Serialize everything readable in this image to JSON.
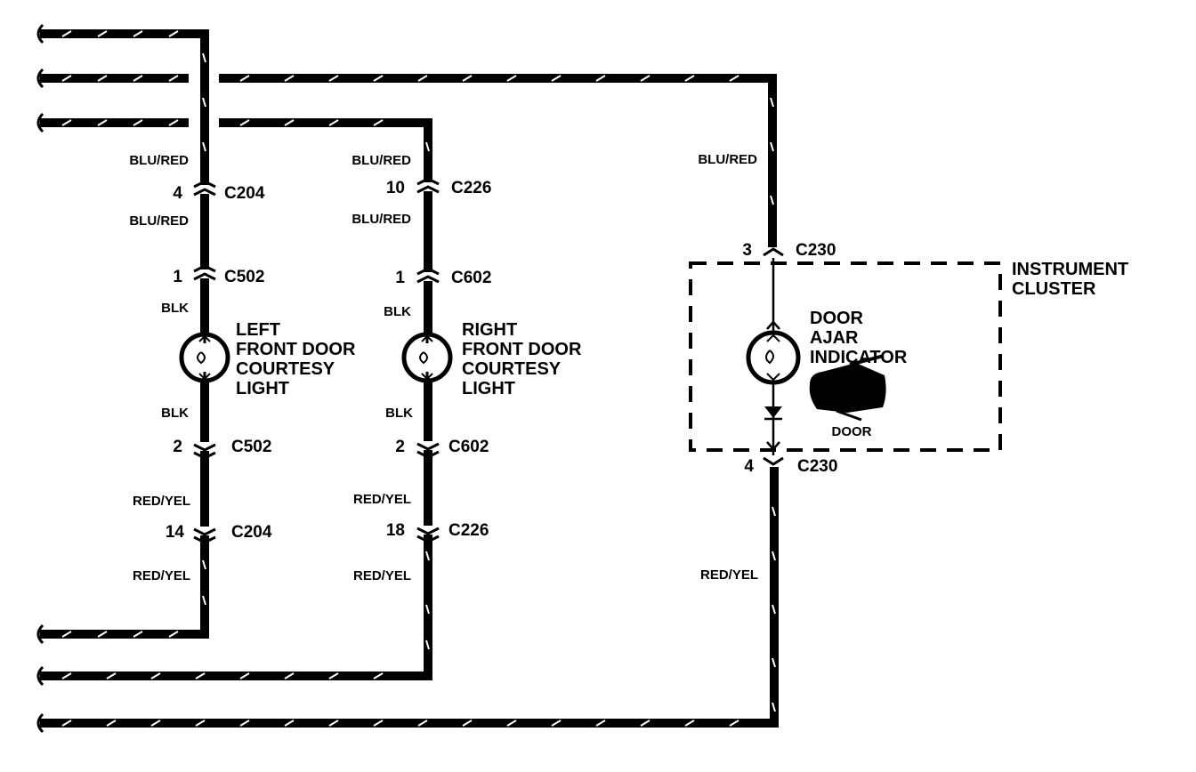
{
  "colors": {
    "ink": "#000000",
    "paper": "#ffffff"
  },
  "left_branch": {
    "wire_top": "BLU/RED",
    "connector_top": {
      "pin": "4",
      "name": "C204"
    },
    "wire_mid_top": "BLU/RED",
    "connector_upper": {
      "pin": "1",
      "name": "C502"
    },
    "wire_lamp_top": "BLK",
    "lamp_label": [
      "LEFT",
      "FRONT DOOR",
      "COURTESY",
      "LIGHT"
    ],
    "wire_lamp_bottom": "BLK",
    "connector_lower": {
      "pin": "2",
      "name": "C502"
    },
    "wire_mid_bottom": "RED/YEL",
    "connector_bottom": {
      "pin": "14",
      "name": "C204"
    },
    "wire_bottom": "RED/YEL"
  },
  "right_branch": {
    "wire_top": "BLU/RED",
    "connector_top": {
      "pin": "10",
      "name": "C226"
    },
    "wire_mid_top": "BLU/RED",
    "connector_upper": {
      "pin": "1",
      "name": "C602"
    },
    "wire_lamp_top": "BLK",
    "lamp_label": [
      "RIGHT",
      "FRONT DOOR",
      "COURTESY",
      "LIGHT"
    ],
    "wire_lamp_bottom": "BLK",
    "connector_lower": {
      "pin": "2",
      "name": "C602"
    },
    "wire_mid_bottom": "RED/YEL",
    "connector_bottom": {
      "pin": "18",
      "name": "C226"
    },
    "wire_bottom": "RED/YEL"
  },
  "cluster": {
    "wire_top": "BLU/RED",
    "connector_top": {
      "pin": "3",
      "name": "C230"
    },
    "box_label": [
      "INSTRUMENT",
      "CLUSTER"
    ],
    "indicator_label": [
      "DOOR",
      "AJAR",
      "INDICATOR"
    ],
    "symbol_label": "DOOR",
    "connector_bottom": {
      "pin": "4",
      "name": "C230"
    },
    "wire_bottom": "RED/YEL"
  }
}
